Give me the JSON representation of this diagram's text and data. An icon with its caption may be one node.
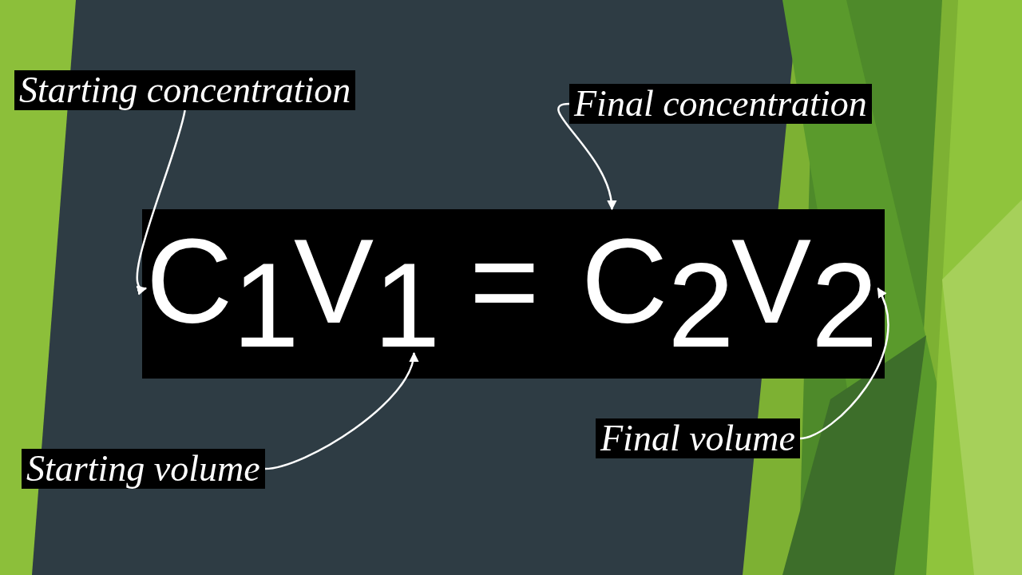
{
  "diagram": {
    "nodes": [
      {
        "text": [],
        "shape": "box"
      },
      {
        "text": [
          "C$_{1}$"
        ],
        "in": 0
      },
      {
        "text": [
          "V$_{1}$"
        ],
        "in": 0
      },
      {
        "text": [
          "C$_{2}$"
        ],
        "in": 0
      },
      {
        "text": [
          "V$_{2}$"
        ],
        "in": 0
      },
      {
        "text": [
          "Starting concentration"
        ]
      },
      {
        "text": [
          "Final concentration"
        ]
      },
      {
        "text": [
          "Starting volume"
        ]
      },
      {
        "text": [
          "Final volume"
        ]
      }
    ],
    "edges": [
      {
        "from": 5,
        "to": 1,
        "arrow": "to"
      },
      {
        "from": 6,
        "to": 3,
        "arrow": "to"
      },
      {
        "from": 7,
        "to": 2,
        "arrow": "to"
      },
      {
        "from": 8,
        "to": 4,
        "arrow": "to"
      }
    ],
    "labels": [
      "="
    ]
  }
}
